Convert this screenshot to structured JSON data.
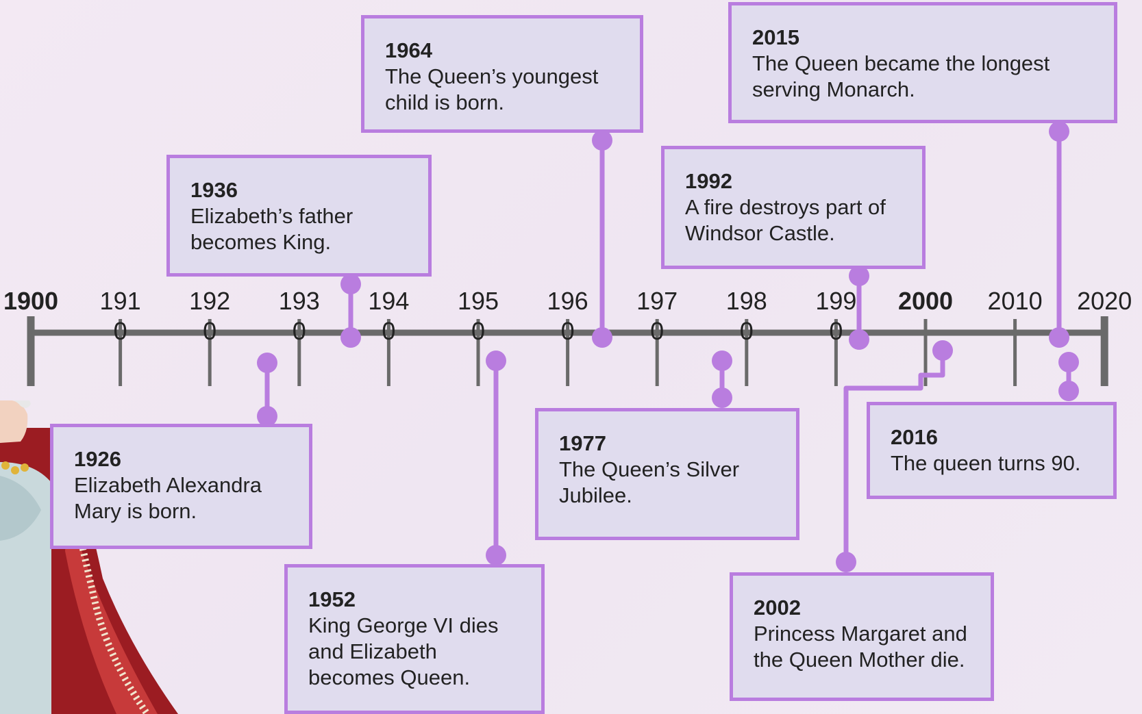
{
  "axis": {
    "ticks": [
      {
        "label": "1900",
        "major": true
      },
      {
        "label": "1910",
        "major": false
      },
      {
        "label": "1920",
        "major": false
      },
      {
        "label": "1930",
        "major": false
      },
      {
        "label": "1940",
        "major": false
      },
      {
        "label": "1950",
        "major": false
      },
      {
        "label": "1960",
        "major": false
      },
      {
        "label": "1970",
        "major": false
      },
      {
        "label": "1980",
        "major": false
      },
      {
        "label": "1990",
        "major": false
      },
      {
        "label": "2000",
        "major": true
      },
      {
        "label": "2010",
        "major": false
      },
      {
        "label": "2020",
        "major": false
      }
    ]
  },
  "events": [
    {
      "year": "1926",
      "text": "Elizabeth Alexandra Mary is born."
    },
    {
      "year": "1936",
      "text": "Elizabeth’s father becomes King."
    },
    {
      "year": "1952",
      "text": "King George VI dies and Elizabeth becomes Queen."
    },
    {
      "year": "1964",
      "text": "The Queen’s youngest child is born."
    },
    {
      "year": "1977",
      "text": "The Queen’s Silver Jubilee."
    },
    {
      "year": "1992",
      "text": "A fire destroys part of Windsor Castle."
    },
    {
      "year": "2002",
      "text": "Princess Margaret and the Queen Mother die."
    },
    {
      "year": "2015",
      "text": "The Queen became the longest serving Monarch."
    },
    {
      "year": "2016",
      "text": "The queen turns 90."
    }
  ],
  "colors": {
    "axis": "#6a6a6a",
    "accent": "#b97ddf",
    "box_fill": "#e0dcee",
    "text": "#222222"
  }
}
